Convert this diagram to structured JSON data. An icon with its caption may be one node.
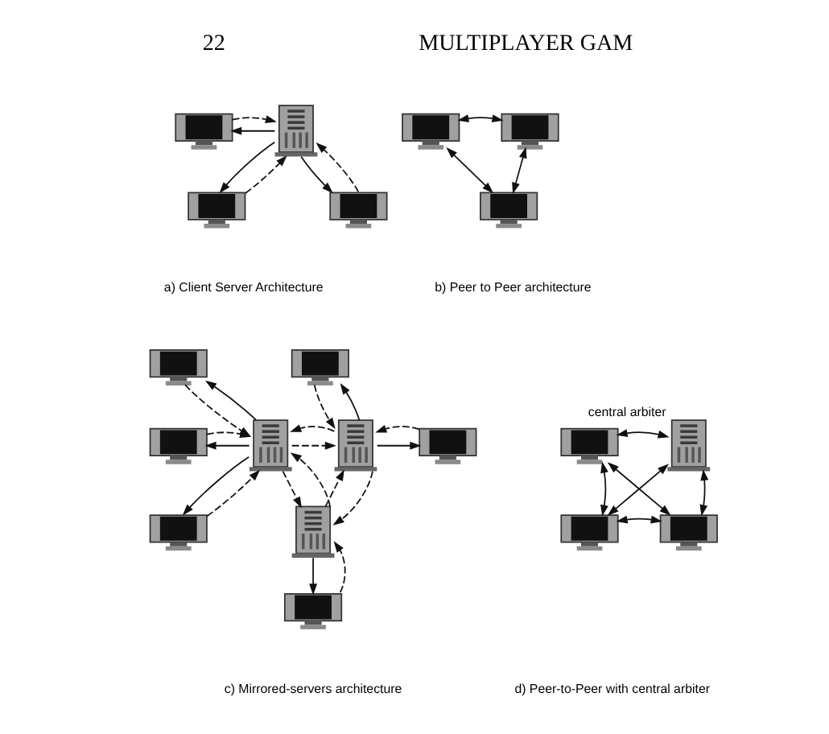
{
  "diagram": {
    "nodes": [
      {
        "text": [],
        "shape": "monitor"
      },
      {
        "text": [],
        "shape": "server"
      },
      {
        "text": [],
        "shape": "monitor"
      },
      {
        "text": [],
        "shape": "monitor"
      },
      {
        "text": [],
        "shape": "monitor"
      },
      {
        "text": [],
        "shape": "monitor"
      },
      {
        "text": [],
        "shape": "monitor"
      },
      {
        "text": [],
        "shape": "monitor"
      },
      {
        "text": [],
        "shape": "monitor"
      },
      {
        "text": [],
        "shape": "server"
      },
      {
        "text": [],
        "shape": "server"
      },
      {
        "text": [],
        "shape": "monitor"
      },
      {
        "text": [],
        "shape": "monitor"
      },
      {
        "text": [],
        "shape": "monitor"
      },
      {
        "text": [],
        "shape": "server"
      },
      {
        "text": [],
        "shape": "monitor"
      },
      {
        "text": [],
        "shape": "monitor"
      },
      {
        "text": [],
        "shape": "server",
        "beside": [
          "central arbiter"
        ]
      },
      {
        "text": [],
        "shape": "monitor"
      },
      {
        "text": [],
        "shape": "monitor"
      }
    ],
    "edges": [
      {
        "from": 1,
        "to": 0,
        "arrow": "to"
      },
      {
        "from": 0,
        "to": 1,
        "arrow": "to",
        "style": "dashed"
      },
      {
        "from": 1,
        "to": 3,
        "arrow": "to"
      },
      {
        "from": 3,
        "to": 1,
        "arrow": "to",
        "style": "dashed"
      },
      {
        "from": 1,
        "to": 2,
        "arrow": "to"
      },
      {
        "from": 2,
        "to": 1,
        "arrow": "to",
        "style": "dashed"
      },
      {
        "from": 5,
        "to": 4,
        "arrow": "both"
      },
      {
        "from": 5,
        "to": 6,
        "arrow": "both"
      },
      {
        "from": 4,
        "to": 6,
        "arrow": "both"
      },
      {
        "from": 10,
        "to": 8,
        "arrow": "to"
      },
      {
        "from": 8,
        "to": 10,
        "arrow": "to",
        "style": "dashed"
      },
      {
        "from": 10,
        "to": 11,
        "arrow": "to"
      },
      {
        "from": 11,
        "to": 10,
        "arrow": "to",
        "style": "dashed"
      },
      {
        "from": 10,
        "to": 13,
        "arrow": "to"
      },
      {
        "from": 13,
        "to": 10,
        "arrow": "to",
        "style": "dashed"
      },
      {
        "from": 9,
        "to": 7,
        "arrow": "to"
      },
      {
        "from": 7,
        "to": 9,
        "arrow": "to",
        "style": "dashed"
      },
      {
        "from": 9,
        "to": 12,
        "arrow": "to"
      },
      {
        "from": 12,
        "to": 9,
        "arrow": "to",
        "style": "dashed"
      },
      {
        "from": 14,
        "to": 15,
        "arrow": "to"
      },
      {
        "from": 15,
        "to": 14,
        "arrow": "to",
        "style": "dashed"
      },
      {
        "from": 10,
        "to": 9,
        "arrow": "to",
        "style": "dashed"
      },
      {
        "from": 9,
        "to": 10,
        "arrow": "to",
        "style": "dashed"
      },
      {
        "from": 10,
        "to": 14,
        "arrow": "to",
        "style": "dashed"
      },
      {
        "from": 14,
        "to": 10,
        "arrow": "to",
        "style": "dashed"
      },
      {
        "from": 14,
        "to": 9,
        "arrow": "to",
        "style": "dashed"
      },
      {
        "from": 9,
        "to": 14,
        "arrow": "to",
        "style": "dashed"
      },
      {
        "from": 16,
        "to": 17,
        "arrow": "both"
      },
      {
        "from": 16,
        "to": 19,
        "arrow": "both"
      },
      {
        "from": 16,
        "to": 18,
        "arrow": "both"
      },
      {
        "from": 17,
        "to": 19,
        "arrow": "both"
      },
      {
        "from": 17,
        "to": 18,
        "arrow": "both"
      },
      {
        "from": 19,
        "to": 18,
        "arrow": "both"
      }
    ],
    "labels": [
      "22",
      "MULTIPLAYER GAM",
      "a) Client Server Architecture",
      "b) Peer to Peer architecture",
      "c) Mirrored-servers architecture",
      "d) Peer-to-Peer with central arbiter"
    ]
  }
}
